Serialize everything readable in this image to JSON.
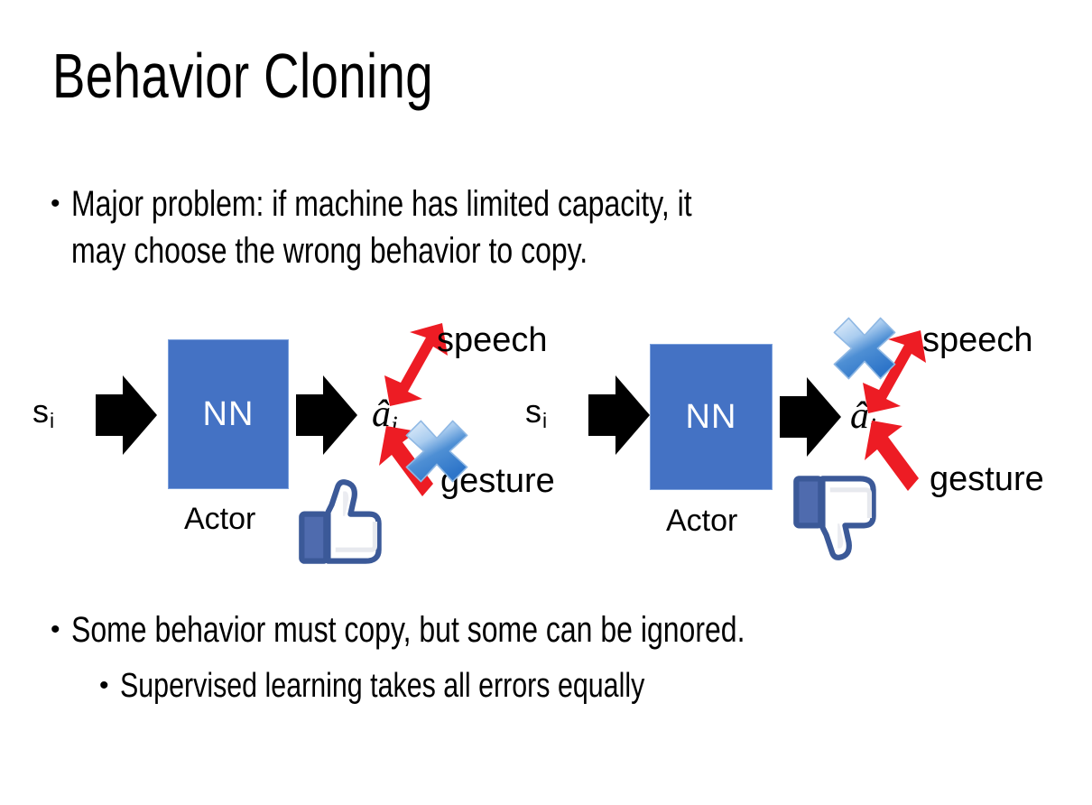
{
  "slide": {
    "title": "Behavior Cloning",
    "bullet_char": "•",
    "bullets": [
      {
        "id": "top",
        "lines": [
          "Major problem: if machine has limited capacity, it",
          "may choose the wrong behavior to copy."
        ]
      },
      {
        "id": "mid",
        "lines": [
          "Some behavior must copy, but some can be ignored."
        ]
      },
      {
        "id": "sub",
        "lines": [
          "Supervised learning takes all errors equally"
        ]
      }
    ]
  },
  "diagrams": [
    {
      "id": "left",
      "state_label": "s",
      "state_subscript": "i",
      "nn_label": "NN",
      "actor_label": "Actor",
      "action_label": "â",
      "action_subscript": "i",
      "outputs": [
        {
          "name": "speech",
          "label": "speech",
          "crossed": false
        },
        {
          "name": "gesture",
          "label": "gesture",
          "crossed": true
        }
      ],
      "feedback_icon": "thumbs-up",
      "crossed_branch": "gesture"
    },
    {
      "id": "right",
      "state_label": "s",
      "state_subscript": "i",
      "nn_label": "NN",
      "actor_label": "Actor",
      "action_label": "â",
      "action_subscript": "i",
      "outputs": [
        {
          "name": "speech",
          "label": "speech",
          "crossed": true
        },
        {
          "name": "gesture",
          "label": "gesture",
          "crossed": false
        }
      ],
      "feedback_icon": "thumbs-down",
      "crossed_branch": "speech"
    }
  ],
  "colors": {
    "background": "#FFFFFF",
    "text": "#000000",
    "nn_box_fill": "#4472C4",
    "nn_box_border": "#7BA0DC",
    "nn_text": "#FFFFFF",
    "arrow_black": "#000000",
    "arrow_red": "#ED1C24",
    "cross_blue_light": "#CFE2F7",
    "cross_blue_dark": "#2E75C9",
    "thumb_outline": "#3B5998",
    "thumb_fill": "#FFFFFF",
    "thumb_cuff": "#4F6BAE"
  }
}
